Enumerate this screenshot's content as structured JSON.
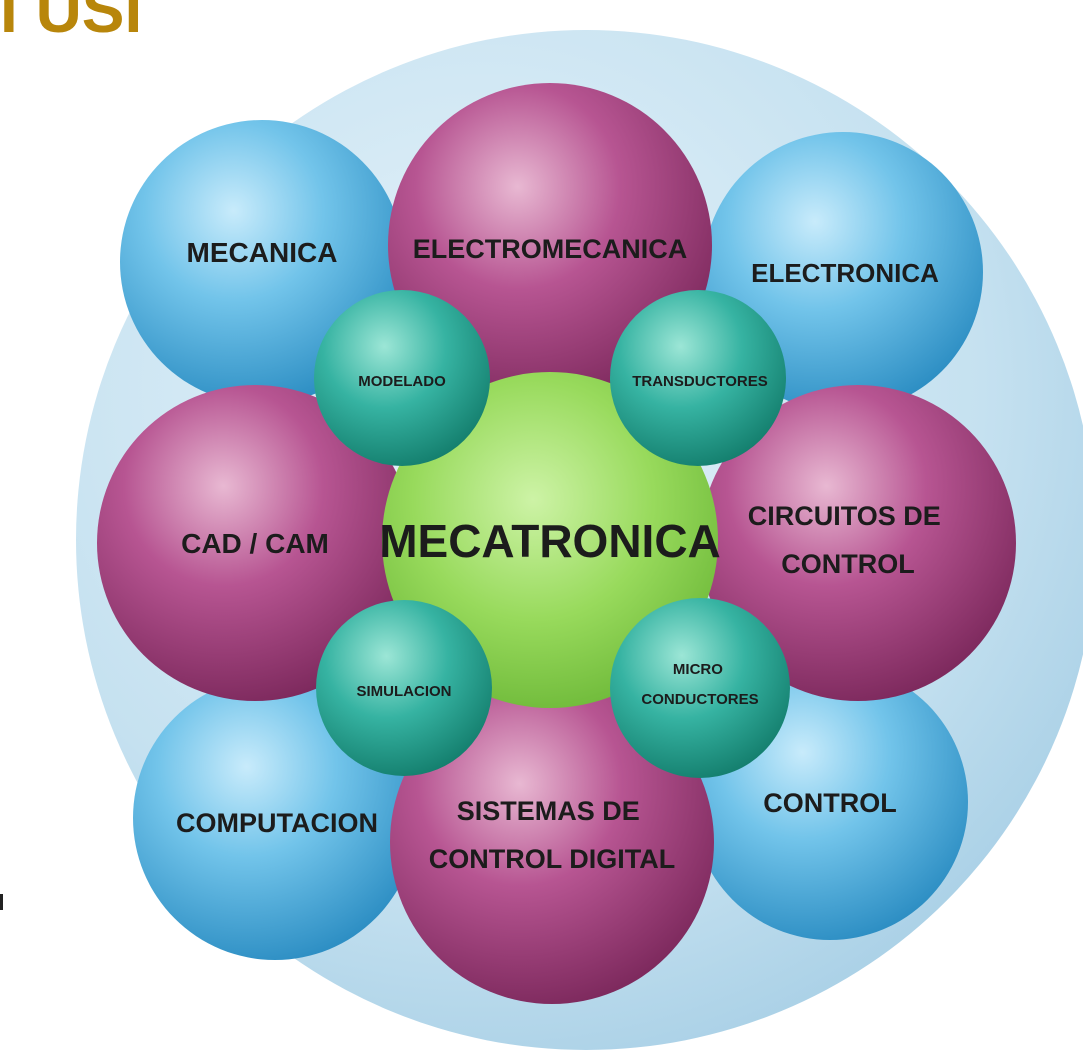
{
  "heading_fragment": "I USI",
  "center": {
    "label": "MECATRONICA"
  },
  "outer": [
    {
      "id": "mecanica",
      "lines": [
        "MECANICA"
      ],
      "tone": "blue"
    },
    {
      "id": "electromecanica",
      "lines": [
        "ELECTROMECANICA"
      ],
      "tone": "magenta"
    },
    {
      "id": "electronica",
      "lines": [
        "ELECTRONICA"
      ],
      "tone": "blue"
    },
    {
      "id": "cad-cam",
      "lines": [
        "CAD / CAM"
      ],
      "tone": "magenta"
    },
    {
      "id": "circuitos-de-control",
      "lines": [
        "CIRCUITOS DE",
        "CONTROL"
      ],
      "tone": "magenta"
    },
    {
      "id": "computacion",
      "lines": [
        "COMPUTACION"
      ],
      "tone": "blue"
    },
    {
      "id": "sistemas-de-control-digital",
      "lines": [
        "SISTEMAS DE",
        "CONTROL DIGITAL"
      ],
      "tone": "magenta"
    },
    {
      "id": "control",
      "lines": [
        "CONTROL"
      ],
      "tone": "blue"
    }
  ],
  "inner": [
    {
      "id": "modelado",
      "lines": [
        "MODELADO"
      ]
    },
    {
      "id": "transductores",
      "lines": [
        "TRANSDUCTORES"
      ]
    },
    {
      "id": "simulacion",
      "lines": [
        "SIMULACION"
      ]
    },
    {
      "id": "micro-conductores",
      "lines": [
        "MICRO",
        "CONDUCTORES"
      ]
    }
  ],
  "colors": {
    "heading": "#b8860b",
    "outer_disc": "#c9e3f1",
    "blue": "#5bb4e0",
    "magenta": "#a8407e",
    "inner": "#2aa89a",
    "center": "#8fd455",
    "text": "#1c1c1c"
  }
}
